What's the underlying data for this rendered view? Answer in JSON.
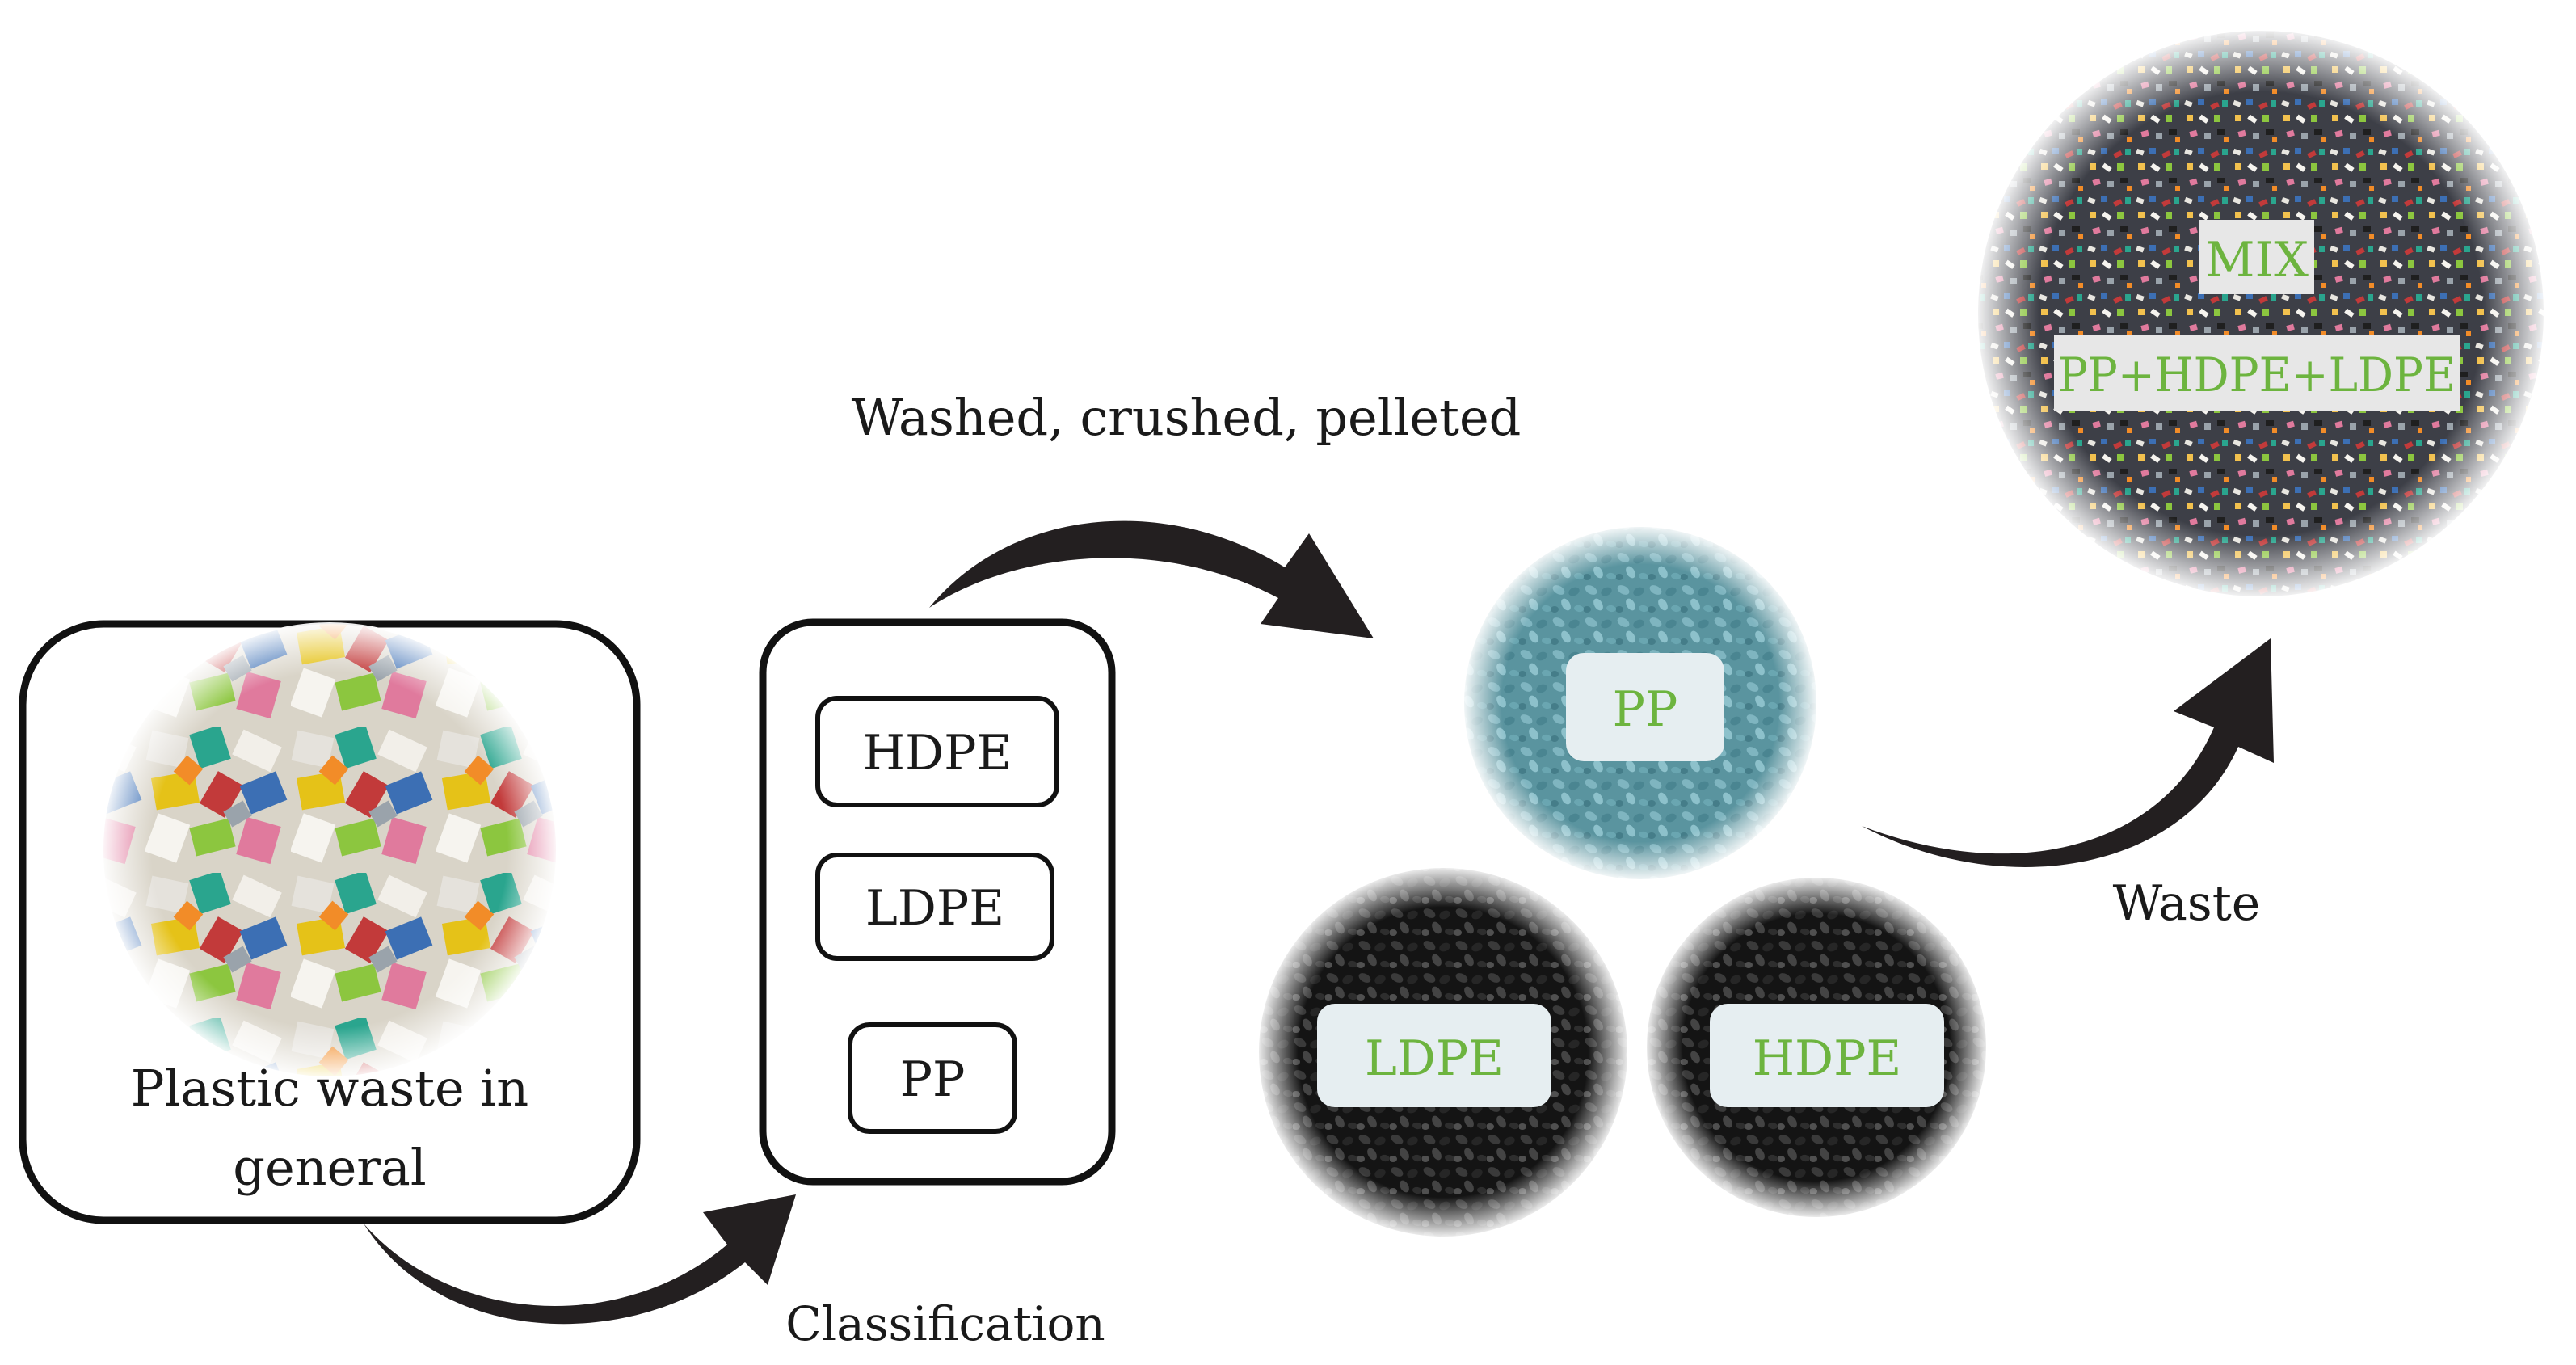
{
  "source_box": {
    "label_line1": "Plastic waste in",
    "label_line2": "general"
  },
  "classification_box": {
    "items": [
      "HDPE",
      "LDPE",
      "PP"
    ]
  },
  "steps": {
    "classification": "Classification",
    "process": "Washed, crushed, pelleted",
    "waste": "Waste"
  },
  "pellets": {
    "pp": "PP",
    "ldpe": "LDPE",
    "hdpe": "HDPE"
  },
  "mix": {
    "title": "MIX",
    "composition": "PP+HDPE+LDPE"
  },
  "colors": {
    "label_green": "#6db43f",
    "pp_pellets": "#5e97a3",
    "black_pellets": "#1b1b1b",
    "arrow": "#231f20"
  }
}
